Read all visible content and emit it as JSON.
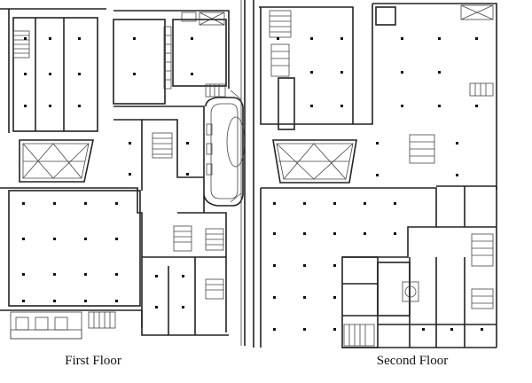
{
  "captions": {
    "first_floor": "First Floor",
    "second_floor": "Second Floor"
  },
  "colors": {
    "line": "#222222",
    "background": "#ffffff"
  },
  "plans": [
    {
      "name": "first-floor-plan",
      "caption_key": "first_floor"
    },
    {
      "name": "second-floor-plan",
      "caption_key": "second_floor"
    }
  ]
}
